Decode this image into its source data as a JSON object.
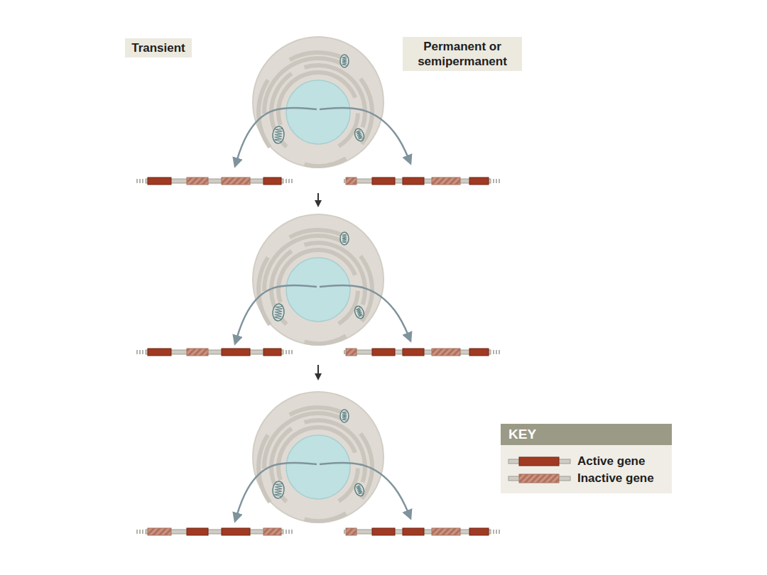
{
  "diagram": {
    "nodes": [
      {
        "text": [
          "Transient"
        ]
      },
      {
        "text": [
          "Permanent or semipermanent"
        ]
      }
    ],
    "labels": [
      "KEY"
    ],
    "legend": [
      {
        "text": "Active gene",
        "color": "#a13a22"
      },
      {
        "text": "Inactive gene"
      }
    ]
  }
}
